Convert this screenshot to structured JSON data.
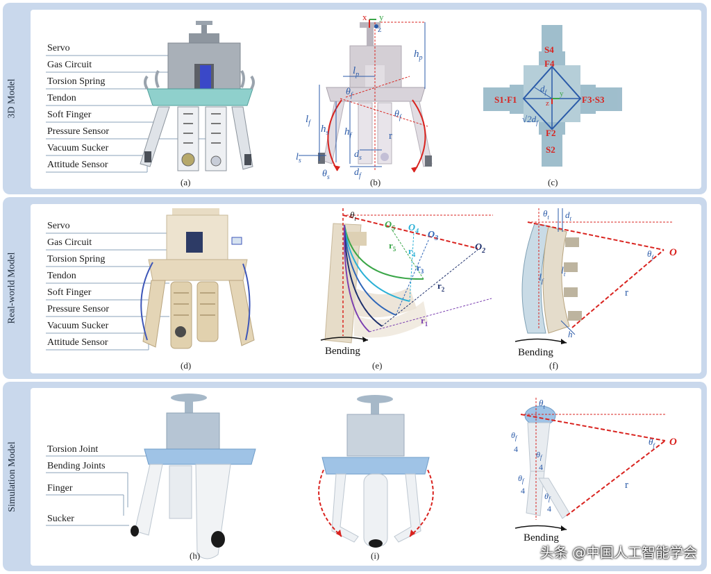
{
  "rows": [
    {
      "title": "3D Model"
    },
    {
      "title": "Real-world Model"
    },
    {
      "title": "Simulation Model"
    }
  ],
  "panel_a": {
    "caption": "(a)",
    "labels": [
      "Servo",
      "Gas Circuit",
      "Torsion Spring",
      "Tendon",
      "Soft Finger",
      "Pressure Sensor",
      "Vacuum Sucker",
      "Attitude Sensor"
    ]
  },
  "panel_b": {
    "caption": "(b)",
    "symbols": {
      "x": "x",
      "y": "y",
      "z": "z",
      "hp": "h",
      "hp_sub": "p",
      "lp": "l",
      "lp_sub": "p",
      "theta_f": "θ",
      "theta_f_sub": "f",
      "lf": "l",
      "lf_sub": "f",
      "hs": "h",
      "hs_sub": "s",
      "hf": "h",
      "hf_sub": "f",
      "r": "r",
      "ls": "l",
      "ls_sub": "s",
      "ds": "d",
      "ds_sub": "s",
      "df": "d",
      "df_sub": "f",
      "theta_s": "θ",
      "theta_s_sub": "s"
    }
  },
  "panel_c": {
    "caption": "(c)",
    "labels": {
      "s4": "S4",
      "f4": "F4",
      "s1f1": "S1·F1",
      "f3s3": "F3·S3",
      "f2": "F2",
      "s2": "S2",
      "df": "d",
      "df_sub": "f",
      "sqrt2df": "√2d",
      "sqrt2df_sub": "f",
      "y": "y",
      "z": "z"
    }
  },
  "panel_d": {
    "caption": "(d)",
    "labels": [
      "Servo",
      "Gas Circuit",
      "Torsion Spring",
      "Tendon",
      "Soft Finger",
      "Pressure Sensor",
      "Vacuum Sucker",
      "Attitude Sensor"
    ]
  },
  "panel_e": {
    "caption": "(e)",
    "theta": "θ",
    "theta_sub": "t",
    "centers": [
      {
        "label": "O",
        "sub": "5",
        "color": "#3aa648"
      },
      {
        "label": "O",
        "sub": "4",
        "color": "#2ab0d6"
      },
      {
        "label": "O",
        "sub": "3",
        "color": "#2f66b8"
      },
      {
        "label": "O",
        "sub": "2",
        "color": "#1d2f6b"
      }
    ],
    "radii": [
      {
        "label": "r",
        "sub": "5",
        "color": "#3aa648"
      },
      {
        "label": "r",
        "sub": "4",
        "color": "#2ab0d6"
      },
      {
        "label": "r",
        "sub": "3",
        "color": "#2f66b8"
      },
      {
        "label": "r",
        "sub": "2",
        "color": "#1d2f6b"
      },
      {
        "label": "r",
        "sub": "1",
        "color": "#7a3fb0"
      }
    ],
    "bending": "Bending"
  },
  "panel_f": {
    "caption": "(f)",
    "theta_t": "θ",
    "theta_t_sub": "t",
    "dt": "d",
    "dt_sub": "t",
    "lf": "l",
    "lf_sub": "f",
    "lt": "l",
    "lt_sub": "t",
    "theta_f": "θ",
    "theta_f_sub": "f",
    "o": "O",
    "r": "r",
    "h": "h",
    "bending": "Bending"
  },
  "panel_h": {
    "caption": "(h)",
    "labels": [
      "Torsion Joint",
      "Bending Joints",
      "Finger",
      "Sucker"
    ]
  },
  "panel_i": {
    "caption": "(i)"
  },
  "panel_j": {
    "theta_t": "θ",
    "theta_t_sub": "t",
    "quarter": "4",
    "theta_f": "θ",
    "theta_f_sub": "f",
    "o": "O",
    "r": "r",
    "bending": "Bending"
  },
  "watermark": "头条 @中国人工智能学会",
  "colors": {
    "band": "#c9d8ec",
    "accent_red": "#d9231f",
    "accent_blue": "#2a5aa8",
    "teal": "#8fd0cc",
    "light_blue": "#9fc3e6"
  }
}
